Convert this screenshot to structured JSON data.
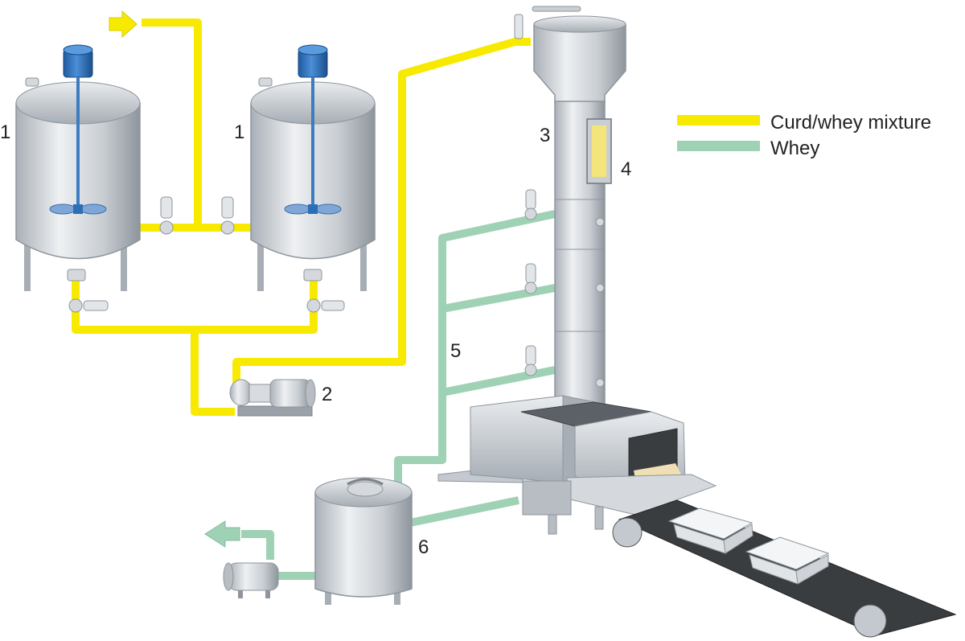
{
  "labels": {
    "mixing_tank_left": "1",
    "mixing_tank_right": "1",
    "pump_feed": "2",
    "column": "3",
    "sight_glass": "4",
    "whey_pipes": "5",
    "whey_tank": "6"
  },
  "legend": [
    {
      "label": "Curd/whey mixture",
      "color": "#f7ea00"
    },
    {
      "label": "Whey",
      "color": "#9fd1b5"
    }
  ],
  "colors": {
    "curd_pipe": "#f7ea00",
    "whey_pipe": "#9fd1b5",
    "steel_light": "#e4e7ea",
    "steel_mid": "#c4c9cf",
    "steel_dark": "#8e959c",
    "motor_blue": "#2d6fb7",
    "belt": "#3a3d40"
  },
  "icons": [
    "arrow-in-icon",
    "arrow-out-icon",
    "valve-icon",
    "agitator-icon",
    "pump-icon",
    "mould-icon"
  ]
}
